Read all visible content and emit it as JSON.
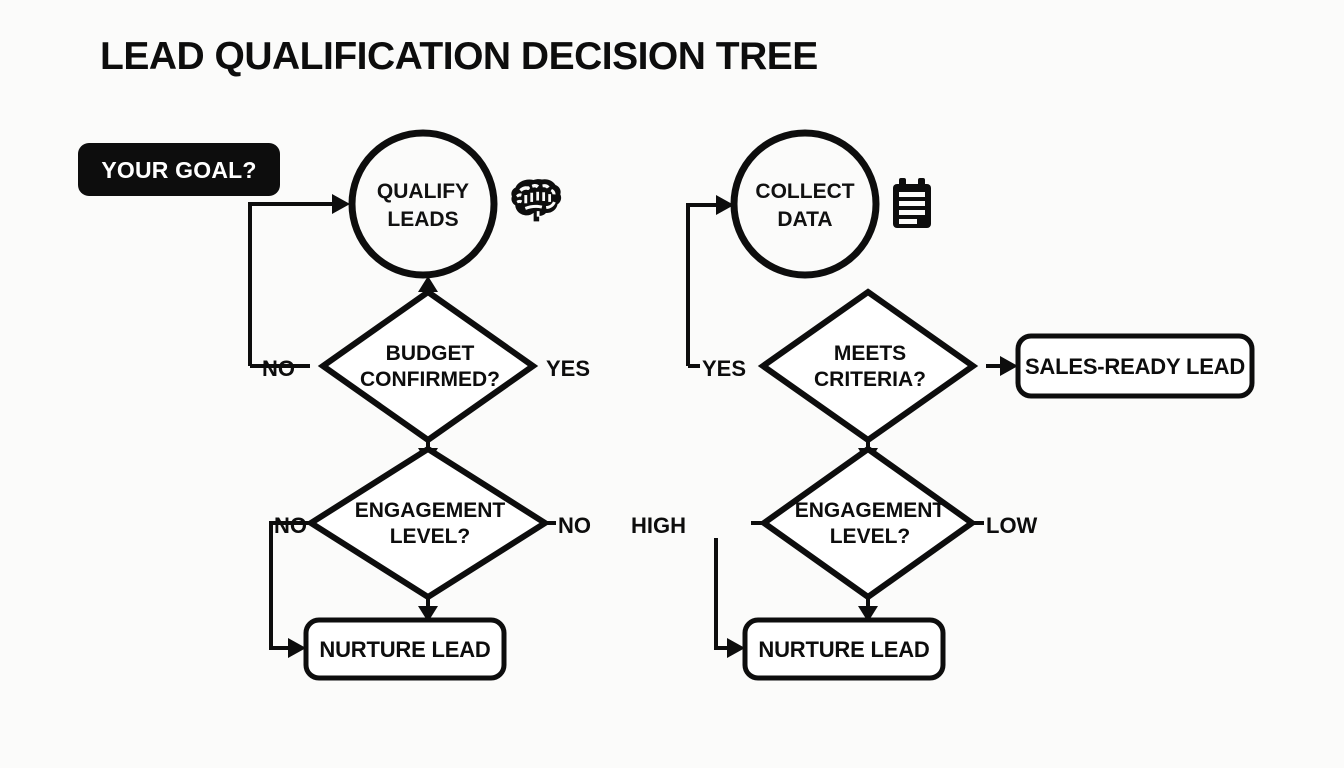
{
  "page": {
    "title": "LEAD QUALIFICATION DECISION TREE",
    "background_color": "#fbfbfa",
    "ink_color": "#0d0d0d"
  },
  "start": {
    "label": "YOUR GOAL?",
    "fill": "#0d0d0d",
    "text_color": "#ffffff"
  },
  "nodes": {
    "qualify_leads": "QUALIFY LEADS",
    "qualify_leads_line1": "QUALIFY",
    "qualify_leads_line2": "LEADS",
    "collect_data_line1": "COLLECT",
    "collect_data_line2": "DATA",
    "budget_line1": "BUDGET",
    "budget_line2": "CONFIRMED?",
    "meets_line1": "MEETS",
    "meets_line2": "CRITERIA?",
    "engagement_left_line1": "ENGAGEMENT",
    "engagement_left_line2": "LEVEL?",
    "engagement_right_line1": "ENGAGEMENT",
    "engagement_right_line2": "LEVEL?",
    "nurture_lead_left": "NURTURE LEAD",
    "nurture_lead_right": "NURTURE LEAD",
    "sales_ready_lead": "SALES-READY LEAD"
  },
  "edge_labels": {
    "budget_no": "NO",
    "budget_yes": "YES",
    "engagement_left_no_left": "NO",
    "engagement_left_no_right": "NO",
    "meets_yes": "YES",
    "engagement_right_high": "HIGH",
    "engagement_right_low": "LOW"
  },
  "icons": {
    "brain": "brain-icon",
    "clipboard": "clipboard-icon"
  }
}
